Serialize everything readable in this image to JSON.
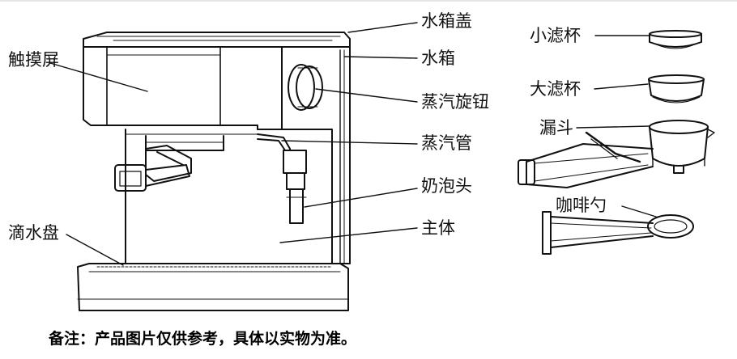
{
  "labels": {
    "water_tank_lid": "水箱盖",
    "touch_screen": "触摸屏",
    "water_tank": "水箱",
    "steam_knob": "蒸汽旋钮",
    "steam_pipe": "蒸汽管",
    "milk_frother": "奶泡头",
    "drip_tray": "滴水盘",
    "main_body": "主体",
    "small_filter": "小滤杯",
    "large_filter": "大滤杯",
    "portafilter": "漏斗",
    "coffee_spoon": "咖啡勺"
  },
  "note": "备注：产品图片仅供参考，具体以实物为准。"
}
